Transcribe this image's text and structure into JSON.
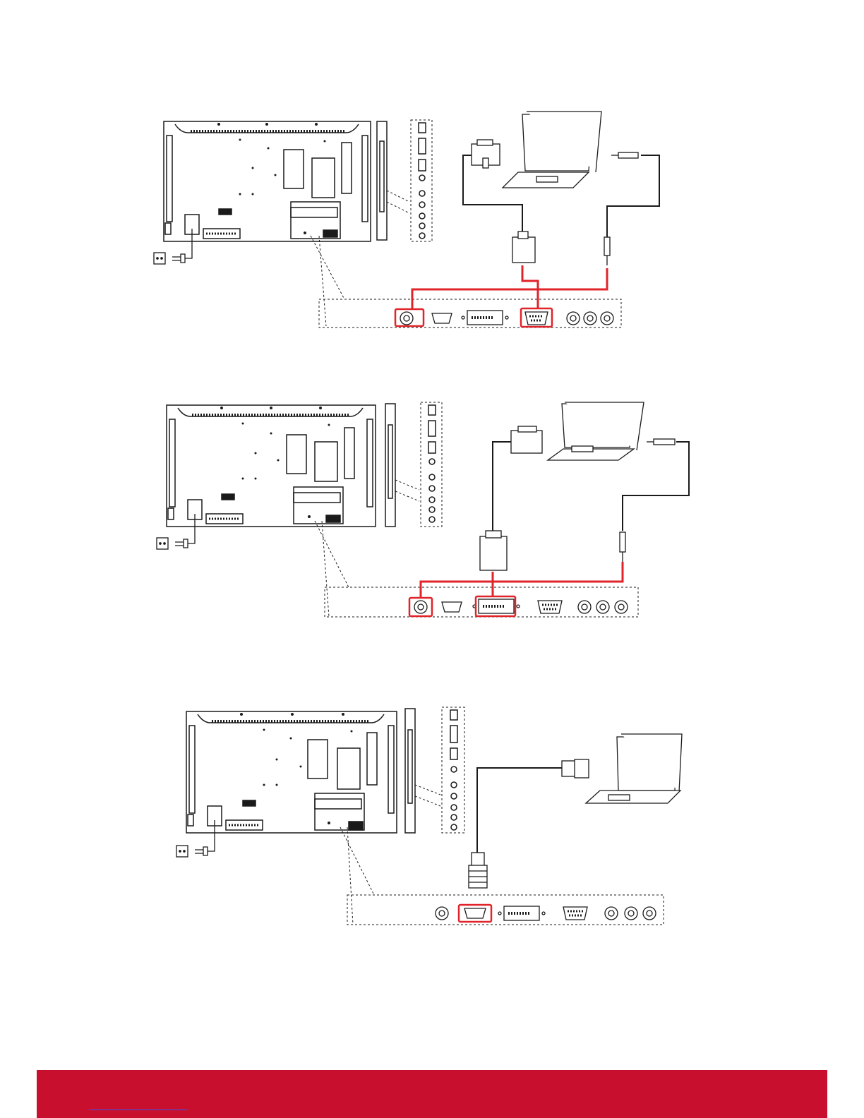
{
  "page": {
    "figures": [
      {
        "id": "vga",
        "connection": "VGA",
        "highlighted_ports": [
          "audio-in",
          "vga"
        ],
        "cables": [
          "vga-cable",
          "audio-cable"
        ]
      },
      {
        "id": "dvi",
        "connection": "DVI",
        "highlighted_ports": [
          "audio-in",
          "dvi"
        ],
        "cables": [
          "dvi-cable",
          "audio-cable"
        ]
      },
      {
        "id": "hdmi",
        "connection": "HDMI",
        "highlighted_ports": [
          "hdmi"
        ],
        "cables": [
          "hdmi-cable"
        ]
      }
    ],
    "colors": {
      "highlight": "#e0242a",
      "line": "#1a1a1a",
      "footer": "#c8102e"
    },
    "icons": [
      "monitor-rear-panel",
      "side-panel",
      "laptop",
      "power-outlet",
      "vga-connector",
      "dvi-connector",
      "hdmi-connector",
      "audio-jack"
    ]
  },
  "footer": {
    "link_text": ""
  }
}
